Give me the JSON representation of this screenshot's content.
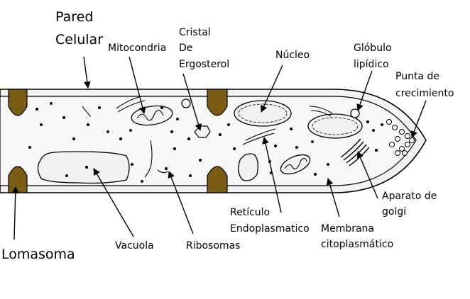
{
  "labels": {
    "pared_celular": [
      "Pared",
      "Celular"
    ],
    "mitocondria": "Mitocondria",
    "cristal_ergosterol": [
      "Cristal",
      "De",
      "Ergosterol"
    ],
    "nucleo": "Núcleo",
    "globulo_lipidico": [
      "Glóbulo",
      "lipídico"
    ],
    "punta_crecimiento": [
      "Punta de",
      "crecimiento"
    ],
    "lomasoma": "Lomasoma",
    "vacuola": "Vacuola",
    "ribosomas": "Ribosomas",
    "reticulo": [
      "Retículo",
      "Endoplasmatico"
    ],
    "membrana": [
      "Membrana",
      "citoplasmático"
    ],
    "aparato_golgi": [
      "Aparato de",
      "golgi"
    ]
  },
  "colors": {
    "cell_wall_fill": "#f2f2f2",
    "cytoplasm_fill": "#f7f7f7",
    "lomasoma_fill": "#7a5c14",
    "stroke": "#000000",
    "background": "#ffffff"
  }
}
